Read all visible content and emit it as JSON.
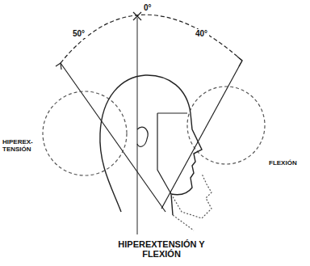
{
  "diagram": {
    "caption": "HIPEREXTENSIÓN Y FLEXIÓN",
    "labels": [
      "50°",
      "0°",
      "40°",
      "HIPEREX- TENSIÓN",
      "FLEXIÓN"
    ]
  }
}
